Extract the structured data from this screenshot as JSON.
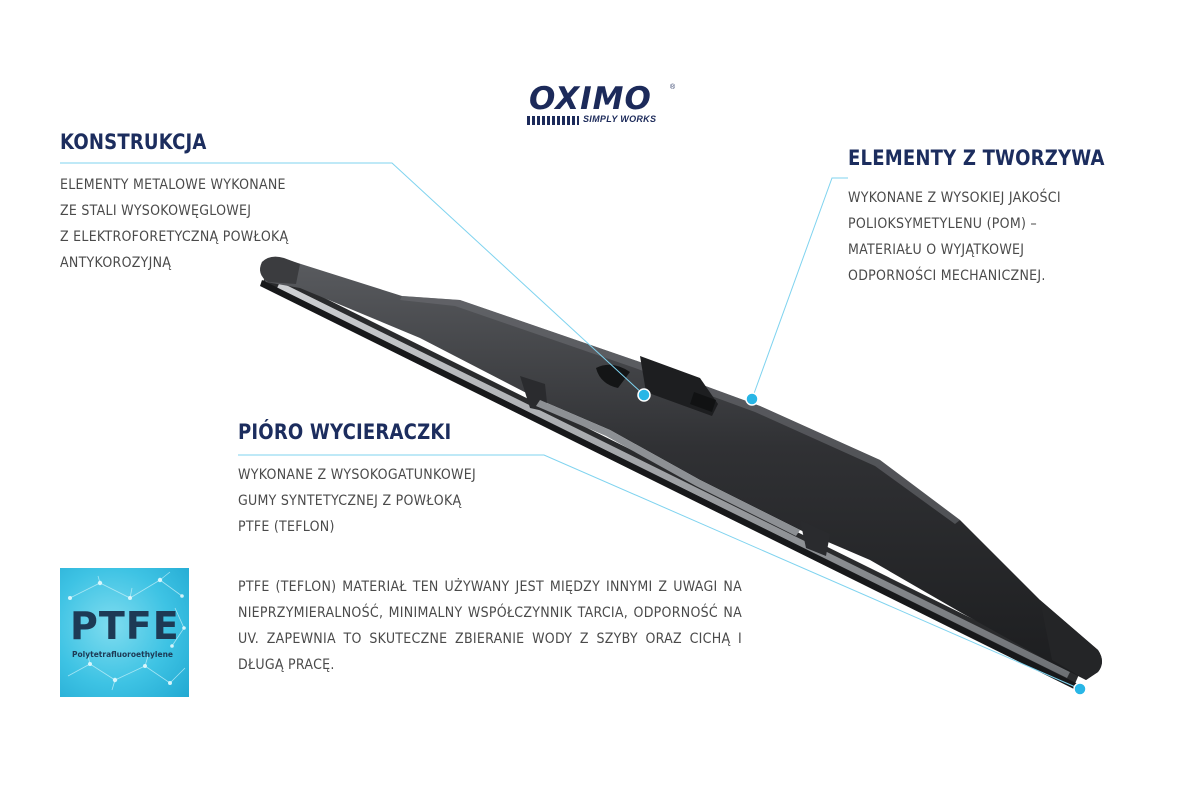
{
  "logo": {
    "name": "OXIMO",
    "registered": "®",
    "tagline": "SIMPLY WORKS"
  },
  "colors": {
    "heading": "#1c2d5e",
    "text": "#4a4a4a",
    "callout": "#29b6e6",
    "blade": "#2e2f31"
  },
  "sections": {
    "konstrukcja": {
      "title": "KONSTRUKCJA",
      "lines": [
        "ELEMENTY METALOWE WYKONANE",
        "ZE STALI WYSOKOWĘGLOWEJ",
        "Z ELEKTROFORETYCZNĄ POWŁOKĄ",
        "ANTYKOROZYJNĄ"
      ]
    },
    "elementy": {
      "title": "ELEMENTY Z TWORZYWA",
      "lines": [
        "WYKONANE Z WYSOKIEJ JAKOŚCI",
        "POLIOKSYMETYLENU (POM) –",
        "MATERIAŁU O WYJĄTKOWEJ",
        "ODPORNOŚCI MECHANICZNEJ."
      ]
    },
    "pioro": {
      "title": "PIÓRO WYCIERACZKI",
      "lines": [
        "WYKONANE Z WYSOKOGATUNKOWEJ",
        "GUMY SYNTETYCZNEJ Z POWŁOKĄ",
        "PTFE (TEFLON)"
      ]
    }
  },
  "ptfe": {
    "badge": "PTFE",
    "badge_sub": "Polytetrafluoroethylene",
    "description": "PTFE (TEFLON) MATERIAŁ TEN UŻYWANY JEST MIĘDZY INNYMI Z UWAGI NA NIEPRZYMIERALNOŚĆ, MINIMALNY WSPÓŁCZYNNIK TARCIA, ODPORNOŚĆ NA UV. ZAPEWNIA TO SKUTECZNE ZBIERANIE WODY Z SZYBY ORAZ CICHĄ I DŁUGĄ PRACĘ."
  },
  "icons": [
    "wiper-blade-image",
    "callout-dot-icon",
    "molecule-pattern"
  ]
}
